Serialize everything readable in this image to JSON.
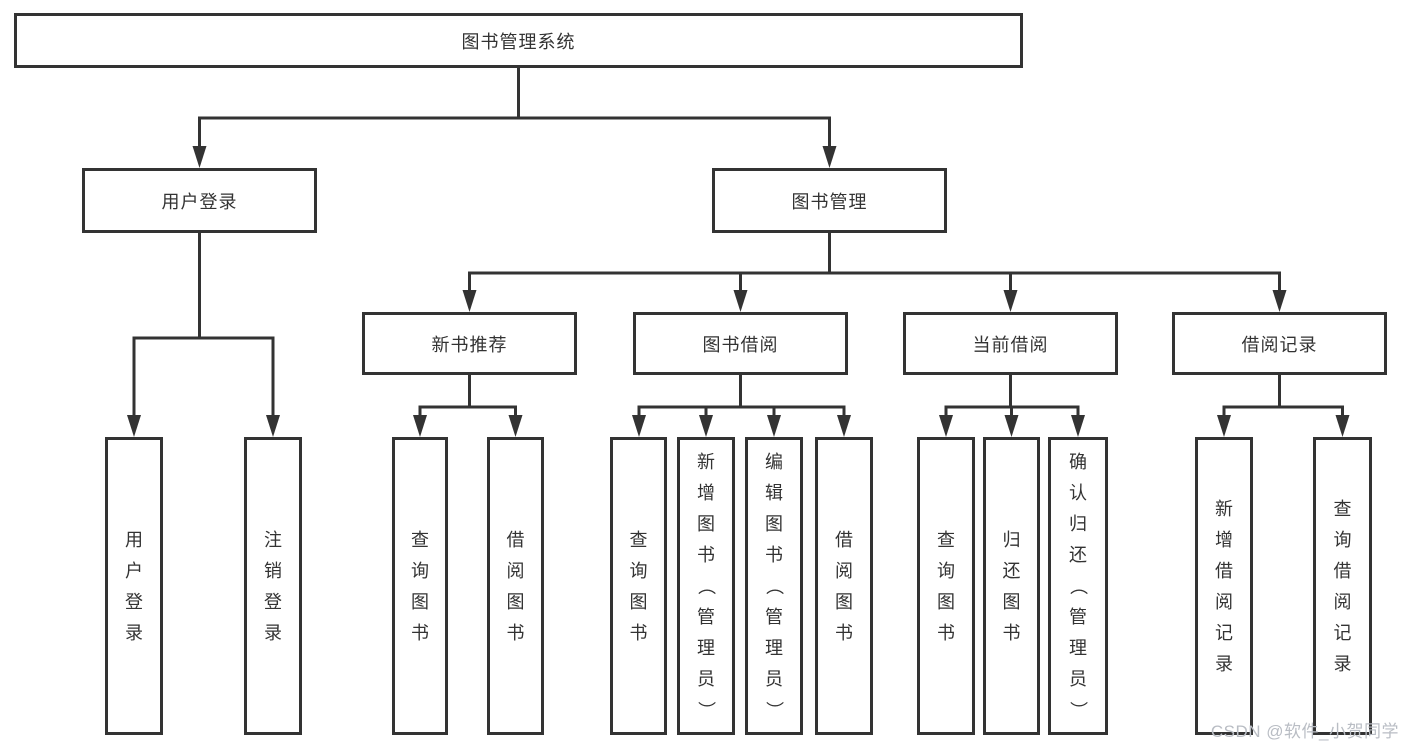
{
  "diagram": {
    "title": "图书管理系统",
    "type": "hierarchy-tree",
    "colors": {
      "line": "#333333",
      "text": "#333333",
      "background": "#ffffff",
      "watermark": "#b9bdc4"
    }
  },
  "tree": {
    "label": "图书管理系统",
    "children": [
      {
        "label": "用户登录",
        "children": [
          {
            "label": "用户登录"
          },
          {
            "label": "注销登录"
          }
        ]
      },
      {
        "label": "图书管理",
        "children": [
          {
            "label": "新书推荐",
            "children": [
              {
                "label": "查询图书"
              },
              {
                "label": "借阅图书"
              }
            ]
          },
          {
            "label": "图书借阅",
            "children": [
              {
                "label": "查询图书"
              },
              {
                "label": "新增图书（管理员）"
              },
              {
                "label": "编辑图书（管理员）"
              },
              {
                "label": "借阅图书"
              }
            ]
          },
          {
            "label": "当前借阅",
            "children": [
              {
                "label": "查询图书"
              },
              {
                "label": "归还图书"
              },
              {
                "label": "确认归还（管理员）"
              }
            ]
          },
          {
            "label": "借阅记录",
            "children": [
              {
                "label": "新增借阅记录"
              },
              {
                "label": "查询借阅记录"
              }
            ]
          }
        ]
      }
    ]
  },
  "watermark": {
    "text": "CSDN @软件_小贺同学"
  }
}
